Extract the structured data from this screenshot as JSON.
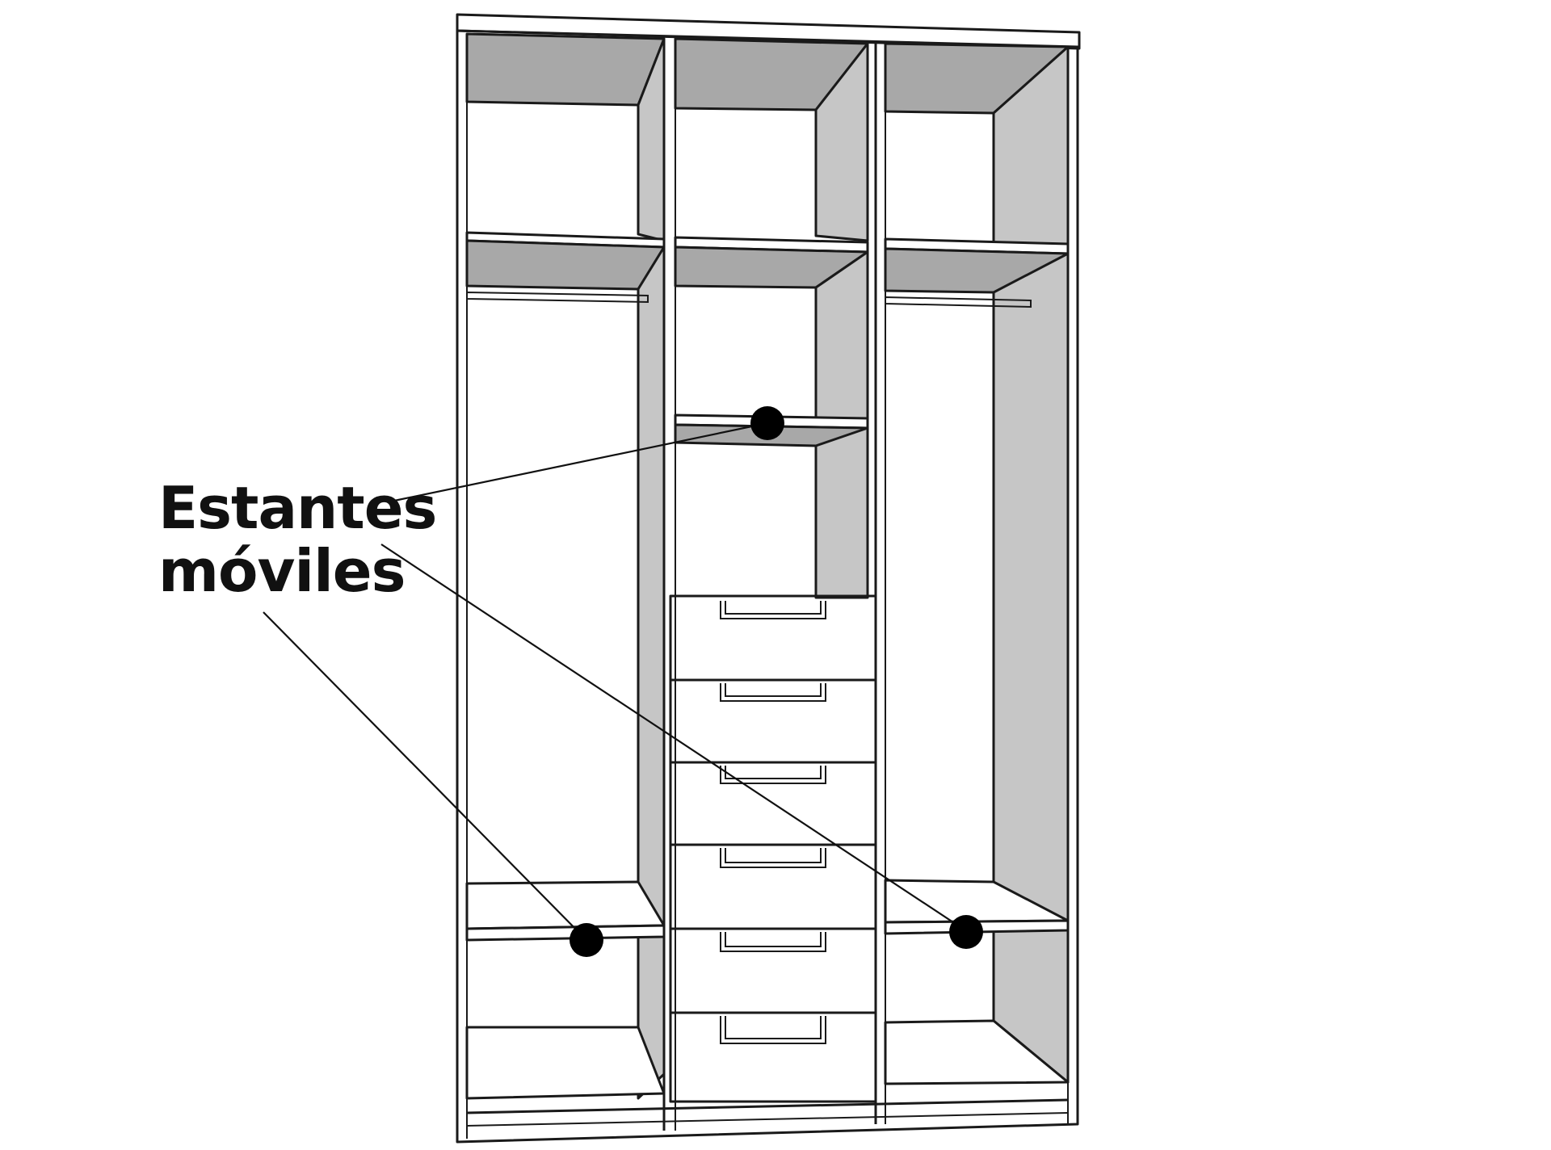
{
  "callout": {
    "line1": "Estantes",
    "line2": "móviles",
    "dot_color": "#000000",
    "leader_color": "#111111"
  },
  "colors": {
    "background": "#ffffff",
    "outline": "#1a1a1a",
    "side_panel": "#c6c6c6",
    "top_panel": "#a8a8a8",
    "drawer_front": "#ffffff"
  },
  "wardrobe": {
    "compartments": 3,
    "drawers": 6,
    "hanging_rods": 2,
    "movable_shelves_marked": 3
  }
}
